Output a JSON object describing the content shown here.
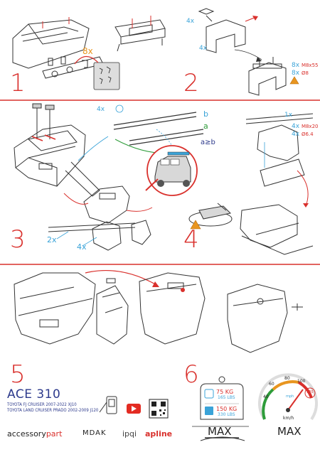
{
  "steps": [
    "1",
    "2",
    "3",
    "4",
    "5",
    "6"
  ],
  "step1": {
    "qty": "8x"
  },
  "step2": {
    "qty_a": "4x",
    "qty_b": "4x",
    "bolt_qty": "8x",
    "bolt_spec": "M8x55",
    "washer_qty": "8x",
    "washer_spec": "Ø8"
  },
  "step3": {
    "qty_top": "4x",
    "qty_2x": "2x",
    "qty_4x": "4x",
    "rail_b": "b",
    "rail_a": "a",
    "rule": "a≥b"
  },
  "step4": {
    "qty_1x": "1x",
    "bolt_qty": "4x",
    "bolt_spec": "M8x20",
    "washer_qty": "4x",
    "washer_spec": "Ø6.4"
  },
  "product": {
    "model": "ACE 310",
    "vehicle_line1": "TOYOTA FJ CRUISER 2007-2022 XJ10",
    "vehicle_line2": "TOYOTA LAND CRUISER PRADO 2002-2009 J120"
  },
  "brands": {
    "b1_a": "accessory",
    "b1_b": "part",
    "b2": "MDAK",
    "b3": "ipqi",
    "b4": "apline"
  },
  "load": {
    "dynamic_kg": "75 KG",
    "dynamic_lbs": "165 LBS",
    "static_kg": "150 KG",
    "static_lbs": "330 LBS",
    "max": "MAX"
  },
  "speed": {
    "ticks": [
      "60",
      "80",
      "100",
      "120",
      "40"
    ],
    "mph": "mph",
    "unit": "km/h",
    "max": "MAX"
  },
  "colors": {
    "red": "#d9302c",
    "blue": "#3aa3d8",
    "orange": "#e8951f",
    "green": "#2e9c3a",
    "navy": "#2d3a8c"
  }
}
